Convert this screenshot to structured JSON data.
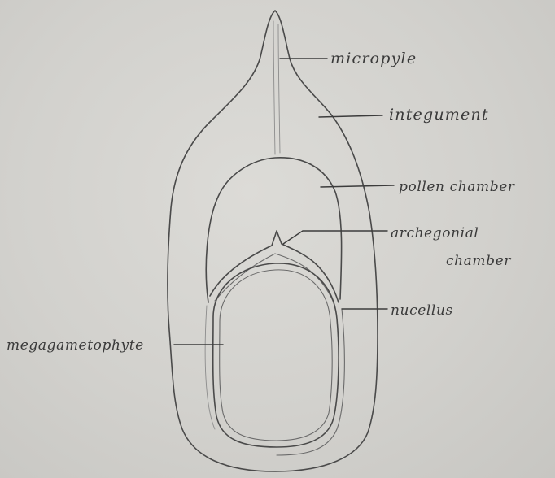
{
  "labels": {
    "micropyle": "micropyle",
    "integument": "integument",
    "pollen_chamber": "pollen chamber",
    "archegonial_line1": "archegonial",
    "archegonial_line2": "chamber",
    "nucellus": "nucellus",
    "megagametophyte": "megagametophyte"
  },
  "colors": {
    "paper": "#d3d2ce",
    "pencil": "#4a4a4a"
  }
}
